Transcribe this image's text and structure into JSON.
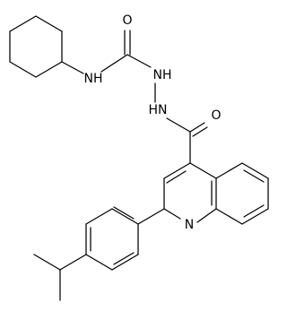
{
  "diagram": {
    "atom_labels": {
      "carbonyl_oxygen_top": "O",
      "amide_nitrogen": "NH",
      "hydrazine_nitrogen_1": "NH",
      "hydrazine_nitrogen_2": "HN",
      "carbonyl_oxygen_right": "O",
      "quinoline_nitrogen": "N"
    }
  }
}
